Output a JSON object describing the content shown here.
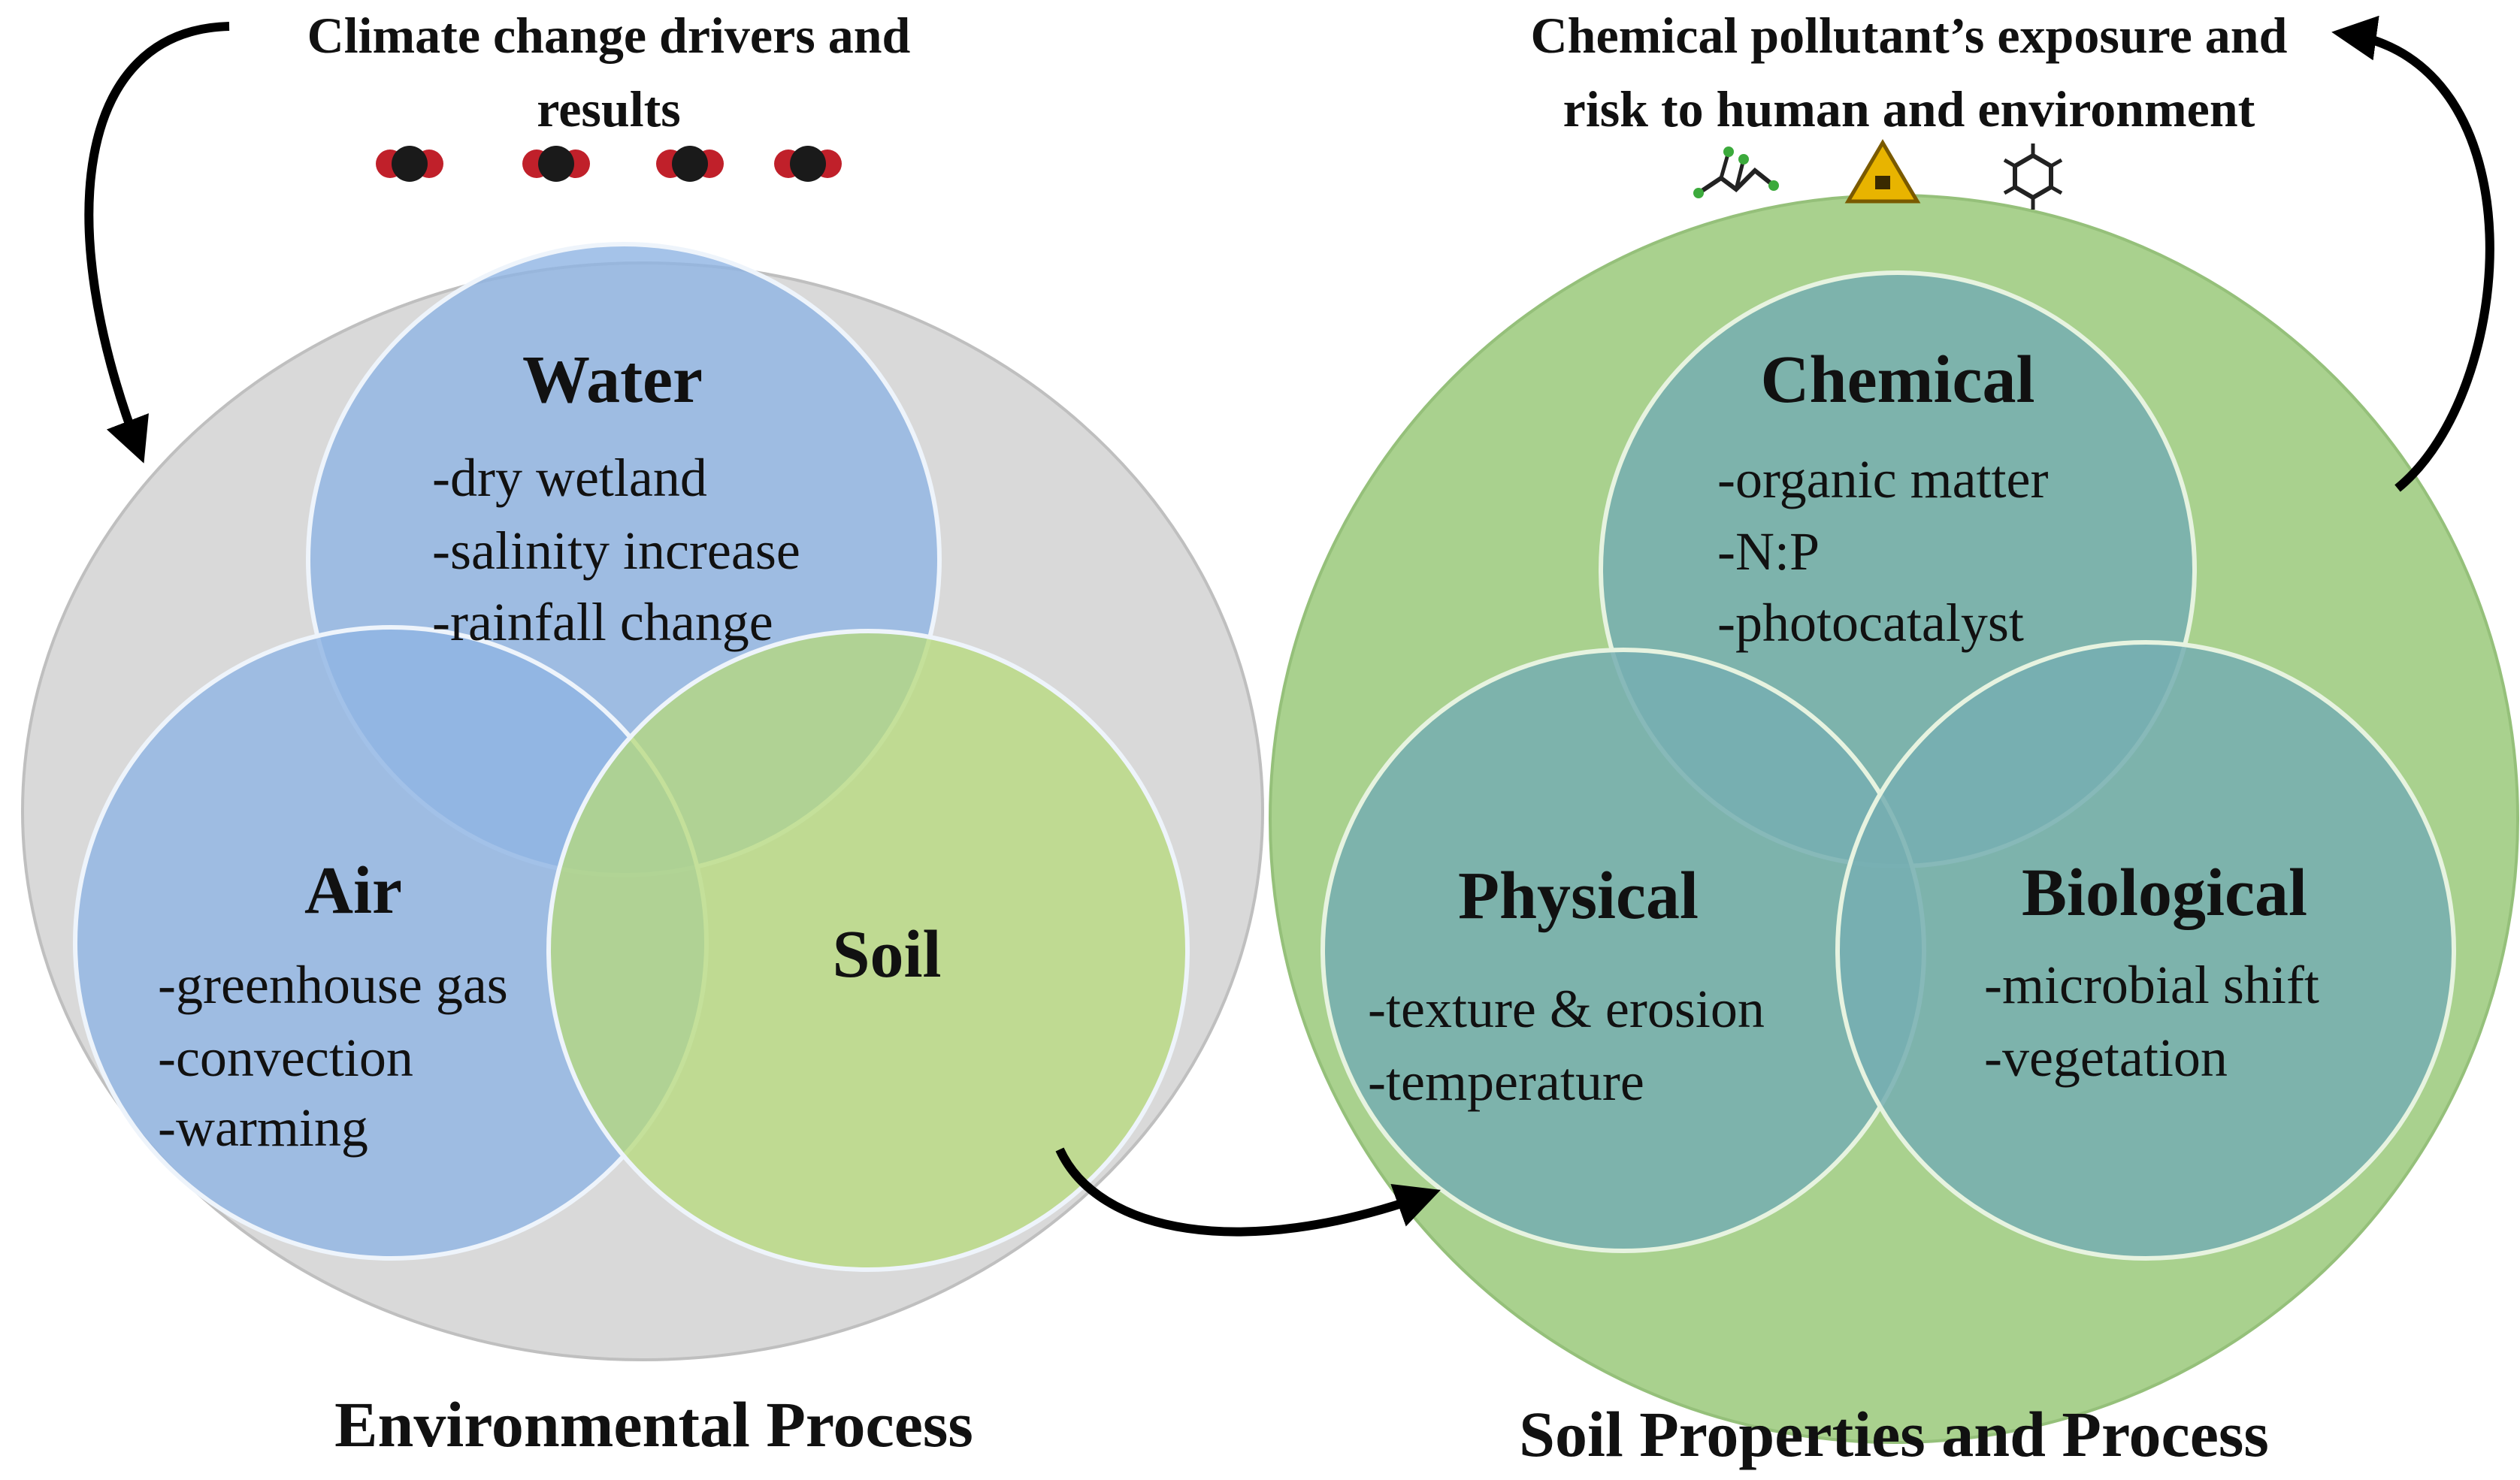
{
  "top_left_caption": [
    "Climate change drivers and",
    "results"
  ],
  "top_right_caption": [
    "Chemical pollutant’s exposure and",
    "risk to human and environment"
  ],
  "environmental": {
    "title": "Environmental Process",
    "water": {
      "heading": "Water",
      "items": [
        "-dry wetland",
        "-salinity increase",
        "-rainfall change"
      ]
    },
    "air": {
      "heading": "Air",
      "items": [
        "-greenhouse gas",
        "-convection",
        "-warming"
      ]
    },
    "soil": {
      "heading": "Soil"
    }
  },
  "soil_properties": {
    "title": "Soil Properties and Process",
    "chemical": {
      "heading": "Chemical",
      "items": [
        "-organic matter",
        "-N:P",
        "-photocatalyst"
      ]
    },
    "physical": {
      "heading": "Physical",
      "items": [
        "-texture & erosion",
        "-temperature"
      ]
    },
    "biological": {
      "heading": "Biological",
      "items": [
        "-microbial shift",
        "-vegetation"
      ]
    }
  },
  "colors": {
    "env_background": "#d9d9d9",
    "soil_background": "#a9d18e",
    "water_air_fill": "#8eb4e3",
    "soil_fill": "#b5d97a",
    "property_fill": "#76aeb2",
    "arrow": "#000000"
  },
  "icons": [
    "co2-molecule-icon",
    "co2-molecule-icon",
    "co2-molecule-icon",
    "co2-molecule-icon",
    "pesticide-molecule-icon",
    "hazard-triangle-icon",
    "benzene-ring-icon"
  ]
}
